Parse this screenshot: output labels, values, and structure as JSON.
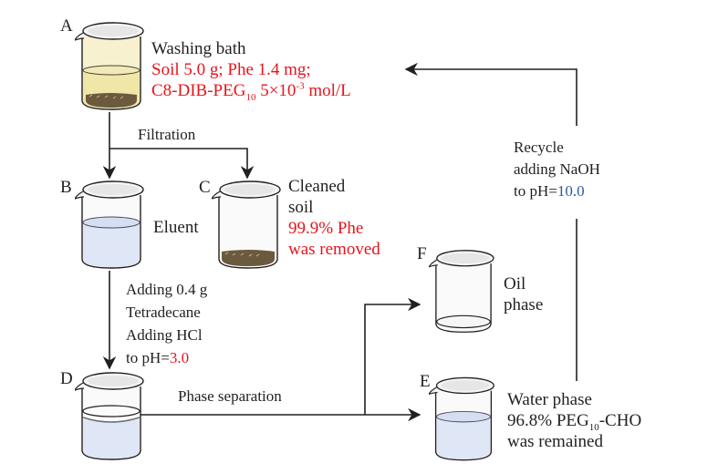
{
  "diagram": {
    "nodes": {
      "A": {
        "letter": "A",
        "title": "Washing bath",
        "line1": "Soil 5.0 g; Phe 1.4 mg;",
        "line2_main": "C8-DIB-PEG",
        "line2_sub": "10",
        "line2_mid": " 5×10",
        "line2_sup": "-3",
        "line2_end": " mol/L",
        "liquid": "yellow-with-soil"
      },
      "B": {
        "letter": "B",
        "title": "Eluent",
        "liquid": "blue"
      },
      "C": {
        "letter": "C",
        "title_line1": "Cleaned",
        "title_line2": "soil",
        "result_line1": "99.9% Phe",
        "result_line2": "was removed",
        "liquid": "soil-only"
      },
      "D": {
        "letter": "D",
        "liquid": "blue-two-layer"
      },
      "E": {
        "letter": "E",
        "title": "Water phase",
        "line2_pre": "96.8% PEG",
        "line2_sub": "10",
        "line2_post": "-CHO",
        "line3": "was remained",
        "liquid": "blue"
      },
      "F": {
        "letter": "F",
        "title_line1": "Oil",
        "title_line2": "phase",
        "liquid": "thin-layer"
      }
    },
    "edges": {
      "filtration": "Filtration",
      "adding_line1": "Adding 0.4 g",
      "adding_line2": "Tetradecane",
      "adding_line3": "Adding HCl",
      "adding_line4_pre": "to pH=",
      "adding_line4_val": "3.0",
      "phase_separation": "Phase separation",
      "recycle_line1": "Recycle",
      "recycle_line2": "adding NaOH",
      "recycle_line3_pre": "to pH=",
      "recycle_line3_val": "10.0"
    },
    "colors": {
      "highlight_red": "#e8141c",
      "highlight_blue": "#2a5aa8",
      "line": "#231f20",
      "water_blue": "#dfe6f5",
      "solution_yellow": "#efe6a8"
    }
  }
}
